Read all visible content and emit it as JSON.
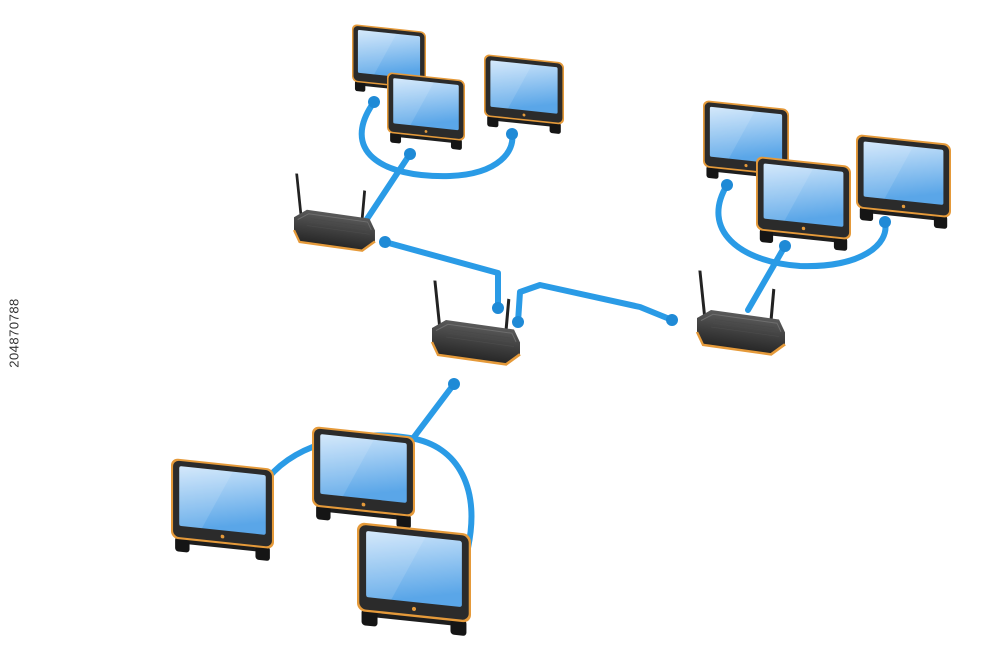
{
  "stock_id": "204870788",
  "colors": {
    "cable": "#2a9be6",
    "cable_end": "#1f8ad6",
    "screen_top": "#cfe6fb",
    "screen_bottom": "#5aa6e8",
    "bezel": "#2b2b2b",
    "bezel_rim": "#e59a3a",
    "router_body": "#3a3a3a",
    "router_rim": "#e59a3a",
    "antenna": "#222222"
  },
  "icons": {
    "monitor": "monitor-icon",
    "router": "wireless-router-icon",
    "cable": "network-cable"
  },
  "clusters": [
    {
      "name": "top-left",
      "monitor_count": 3
    },
    {
      "name": "top-right",
      "monitor_count": 3
    },
    {
      "name": "bottom-left",
      "monitor_count": 3
    }
  ],
  "routers": [
    {
      "name": "router-top-left"
    },
    {
      "name": "router-center"
    },
    {
      "name": "router-right"
    }
  ]
}
